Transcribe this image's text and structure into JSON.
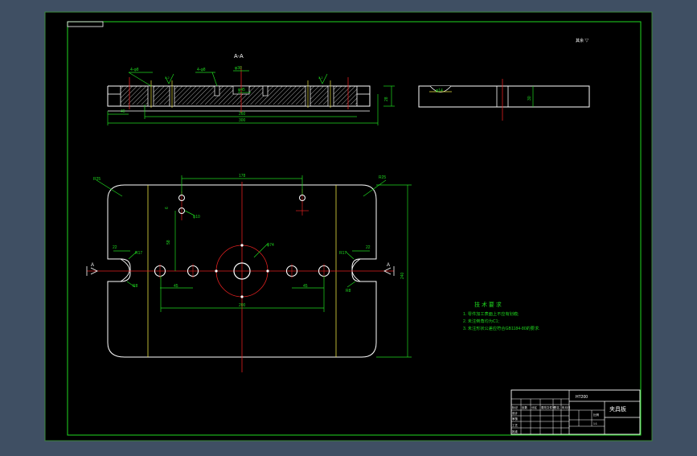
{
  "colors": {
    "frame_bg": "#3f4f63",
    "sheet_bg": "#000000",
    "border": "#1fd81f",
    "outline": "#ffffff",
    "dimension": "#1fd81f",
    "centerline": "#e02020",
    "hatch": "#c8c8c8",
    "tech_text": "#1fd81f",
    "guide_line": "#e8e040"
  },
  "section_view": {
    "label": "A-A",
    "dims": {
      "left_hole": "4-φ8",
      "mid_hole": "4-φ8",
      "center_hole": "φ30",
      "counterbore": "φ45",
      "height": "28",
      "inner_width": "260",
      "overall_width": "300",
      "left_offset": "40",
      "finish_left": "3.2",
      "finish_right": "3.2"
    }
  },
  "side_view": {
    "notch_label": "φ14",
    "height": "30"
  },
  "corner_note": "其余 ▽",
  "plan_view": {
    "dims": {
      "radius_tl": "R25",
      "radius_tr": "R25",
      "hole_spacing_top": "178",
      "small_hole": "φ10",
      "hole_depth": "6",
      "vertical_offset": "58",
      "left_slot_width": "22",
      "right_slot_width": "22",
      "left_slot_depth": "R17",
      "right_slot_depth": "R17",
      "left_radius": "R8",
      "right_radius": "R8",
      "center_circle": "φ74",
      "pitch_left": "45",
      "pitch_right": "45",
      "hole_span": "200",
      "height_total": "240"
    },
    "section_marker_left": "A",
    "section_marker_right": "A"
  },
  "tech_requirements": {
    "title": "技 术 要 求",
    "items": [
      "1. 零件加工表面上不应有划痕;",
      "2. 未注倒角均为C1;",
      "3. 未注形状公差应符合GB1184-80的要求."
    ]
  },
  "title_block": {
    "material": "HT200",
    "part_name": "夹具板",
    "scale_label": "比例",
    "scale": "1:1",
    "rows": [
      "标记",
      "处数",
      "分区",
      "更改文件号",
      "签名",
      "年月日"
    ],
    "roles": [
      "设计",
      "审核",
      "工艺",
      "批准"
    ]
  }
}
